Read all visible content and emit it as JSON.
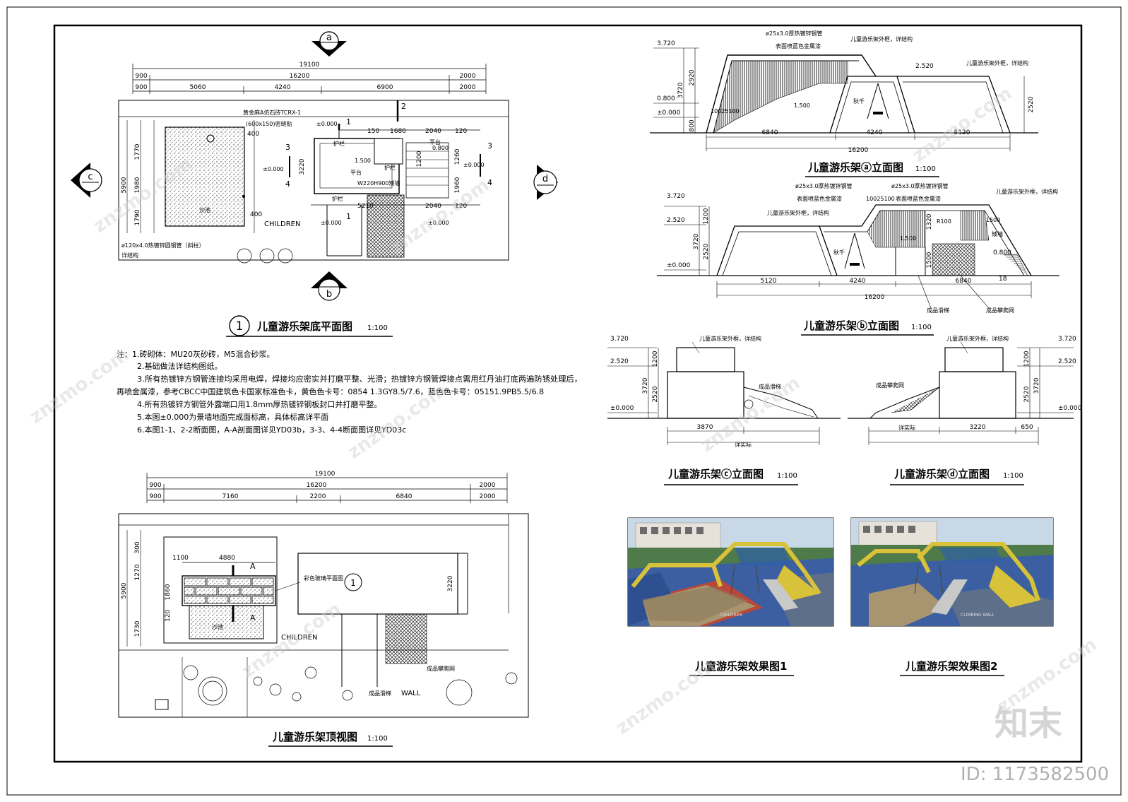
{
  "titles": {
    "plan": "儿童游乐架底平面图",
    "plan_scale": "1:100",
    "plan_num": "1",
    "top": "儿童游乐架顶视图",
    "top_scale": "1:100",
    "elev_a": "儿童游乐架ⓐ立面图",
    "elev_b": "儿童游乐架ⓑ立面图",
    "elev_c": "儿童游乐架ⓒ立面图",
    "elev_d": "儿童游乐架ⓓ立面图",
    "elev_scale": "1:100",
    "render1": "儿童游乐架效果图1",
    "render2": "儿童游乐架效果图2"
  },
  "section_markers": {
    "a": "a",
    "b": "b",
    "c": "c",
    "d": "d"
  },
  "notes": [
    "注：1.砖砌体：MU20灰砂砖，M5混合砂浆。",
    "2.基础做法详结构图纸。",
    "3.所有热镀锌方钢管连接均采用电焊，焊接均应密实并打磨平整、光滑；热镀锌方钢管焊接点需用红丹油打底两遍防锈处理后，",
    "再喷金属漆，参考CBCC中国建筑色卡国家标准色卡，黄色色卡号：0854 1.3GY8.5/7.6，蓝色色卡号：05151.9PB5.5/6.8",
    "4.所有热镀锌方钢管外露端口用1.8mm厚热镀锌钢板封口并打磨平整。",
    "5.本图±0.000为景墙地面完成面标高，具体标高详平面",
    "6.本图1-1、2-2断面图，A-A剖面图详见YD03b，3-3、4-4断面图详见YD03c"
  ],
  "plan": {
    "dims_row1": [
      "19100"
    ],
    "dims_row2": [
      "900",
      "16200",
      "2000"
    ],
    "dims_row3": [
      "900",
      "5060",
      "4240",
      "6900",
      "2000"
    ],
    "left_dims": [
      "1770",
      "1980",
      "1790"
    ],
    "left_total": "5900",
    "labels": {
      "stone": "黄金麻A仿石砖TCRX-1",
      "stone2": "(600x150)密缝贴",
      "elev0": "±0.000",
      "platform": "平台",
      "platform_elev": "1.500",
      "guard1": "护栏",
      "guard2": "护栏",
      "guard3": "护栏",
      "wall": "W220H900矮墙",
      "children": "CHILDREN",
      "pipe": "ø120x4.0热镀锌圆钢管（斜柱）",
      "detail": "详结构",
      "sand": "沙池",
      "d150": "150",
      "d1680": "1680",
      "d2040": "2040",
      "d120": "120",
      "d5210": "5210",
      "d2040b": "2040",
      "d120b": "120",
      "d1200": "1200",
      "d1260": "1260",
      "d1960": "1960",
      "d3220": "3220",
      "d400": "400",
      "d400b": "400",
      "n1": "1",
      "n2": "2",
      "n3": "3",
      "n4": "4",
      "n3r": "3",
      "n4r": "4",
      "elev0b": "±0.000",
      "elev0c": "±0.000",
      "elev0d": "±0.000",
      "elev0800": "0.800",
      "pt": "平台"
    }
  },
  "topview": {
    "dims_row1": [
      "19100"
    ],
    "dims_row2": [
      "900",
      "16200",
      "2000"
    ],
    "dims_row3": [
      "900",
      "7160",
      "2200",
      "6840",
      "2000"
    ],
    "left_dims": [
      "300",
      "1270",
      "1860",
      "1730"
    ],
    "left_total": "5900",
    "d1100": "1100",
    "d4880": "4880",
    "d3220": "3220",
    "d120": "120",
    "sectionA": "A",
    "sectionA2": "A",
    "glass": "彩色玻璃平面图",
    "glass_num": "1",
    "children": "CHILDREN",
    "net": "成品攀爬网",
    "slide": "成品滑梯",
    "wall": "WALL",
    "sand": "沙池"
  },
  "elev_a": {
    "top_elev": "3.720",
    "mid_elev": "0.800",
    "base_elev": "±0.000",
    "right_elev": "2.520",
    "pipe": "ø25x3.0厚热镀锌钢管",
    "paint": "表面喷蓝色金属漆",
    "frame": "儿童游乐架外框，详结构",
    "frame2": "儿童游乐架外框，详结构",
    "swing": "秋千",
    "h1500": "1.500",
    "d1002": "10025100",
    "v3720": "3720",
    "v2920": "2920",
    "v800": "800",
    "v2520": "2520",
    "dims": [
      "6840",
      "4240",
      "5120"
    ],
    "total": "16200"
  },
  "elev_b": {
    "top_elev": "3.720",
    "mid_elev": "2.520",
    "base_elev": "±0.000",
    "right_elev": "0.800",
    "pipe1": "ø25x3.0厚热镀锌钢管",
    "paint1": "表面喷蓝色金属漆",
    "pipe2": "ø25x3.0厚热镀锌钢管",
    "paint2": "表面喷蓝色金属漆",
    "frame": "儿童游乐架外框，详结构",
    "frame2": "儿童游乐架外框，详结构",
    "swing": "秋千",
    "r100": "R100",
    "h1500": "1.500",
    "w1500": "1500",
    "low": "矮墙",
    "d1002": "10025100",
    "slide": "成品滑梯",
    "net": "成品攀爬网",
    "v1200": "1200",
    "v3720": "3720",
    "v2520": "2520",
    "v1320": "1320",
    "v1500": "1500",
    "v18": "18",
    "dims": [
      "5120",
      "4240",
      "6840"
    ],
    "total": "16200"
  },
  "elev_c": {
    "top_elev": "3.720",
    "mid_elev": "2.520",
    "base_elev": "±0.000",
    "frame": "儿童游乐架外框，详结构",
    "slide": "成品滑梯",
    "v1200": "1200",
    "v3720": "3720",
    "v2520": "2520",
    "w": "3870",
    "detail": "详实际"
  },
  "elev_d": {
    "top_elev": "3.720",
    "mid_elev": "2.520",
    "base_elev": "±0.000",
    "frame": "儿童游乐架外框，详结构",
    "net": "成品攀爬网",
    "v1200": "1200",
    "v3720": "3720",
    "v2520": "2520",
    "w": "3220",
    "w2": "650",
    "detail": "详实际"
  },
  "render_text": {
    "children1": "CHILDREN",
    "climbing": "CLIMBING WALL"
  },
  "brand": {
    "logo": "知末",
    "id": "ID: 1173582500"
  },
  "watermark": "znzmo.com",
  "colors": {
    "yellow": "#d8c23a",
    "blue": "#2f5fa8",
    "red": "#c8322e",
    "sky": "#b9cde0"
  }
}
